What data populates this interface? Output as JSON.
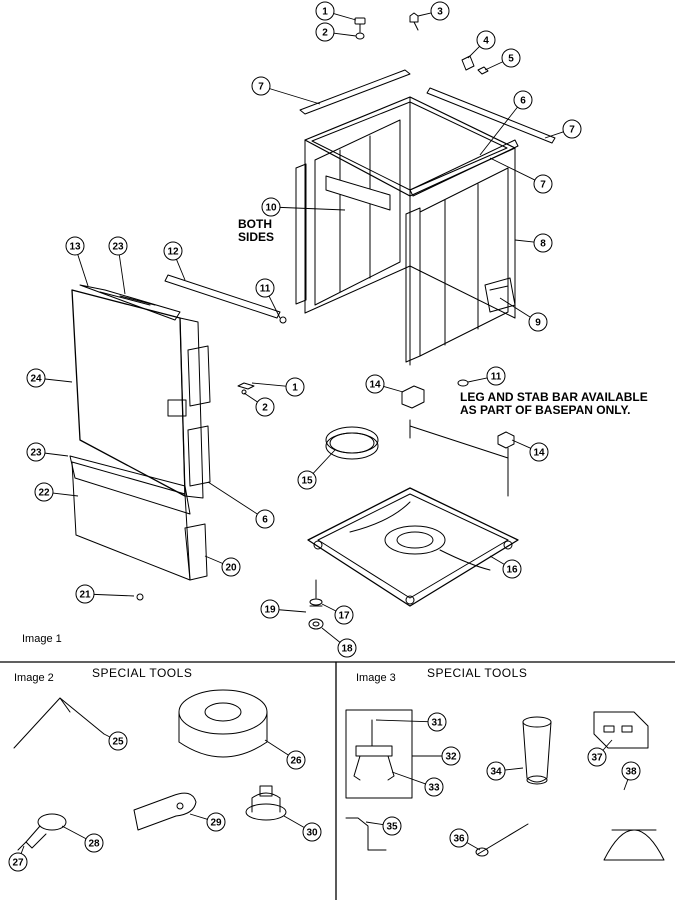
{
  "panels": {
    "image1_label": "Image 1",
    "image2_label": "Image 2",
    "image3_label": "Image 3",
    "special_tools_left": "SPECIAL  TOOLS",
    "special_tools_right": "SPECIAL  TOOLS"
  },
  "notes": {
    "both_sides_line1": "BOTH",
    "both_sides_line2": "SIDES",
    "leg_note_line1": "LEG AND STAB BAR AVAILABLE",
    "leg_note_line2": "AS PART OF BASEPAN ONLY."
  },
  "callouts": [
    {
      "id": "c1a",
      "label": "1"
    },
    {
      "id": "c2a",
      "label": "2"
    },
    {
      "id": "c3",
      "label": "3"
    },
    {
      "id": "c4",
      "label": "4"
    },
    {
      "id": "c5",
      "label": "5"
    },
    {
      "id": "c7a",
      "label": "7"
    },
    {
      "id": "c6a",
      "label": "6"
    },
    {
      "id": "c7b",
      "label": "7"
    },
    {
      "id": "c7c",
      "label": "7"
    },
    {
      "id": "c10",
      "label": "10"
    },
    {
      "id": "c8",
      "label": "8"
    },
    {
      "id": "c13",
      "label": "13"
    },
    {
      "id": "c23a",
      "label": "23"
    },
    {
      "id": "c12",
      "label": "12"
    },
    {
      "id": "c11a",
      "label": "11"
    },
    {
      "id": "c9",
      "label": "9"
    },
    {
      "id": "c24",
      "label": "24"
    },
    {
      "id": "c1b",
      "label": "1"
    },
    {
      "id": "c2b",
      "label": "2"
    },
    {
      "id": "c14a",
      "label": "14"
    },
    {
      "id": "c11b",
      "label": "11"
    },
    {
      "id": "c23b",
      "label": "23"
    },
    {
      "id": "c14b",
      "label": "14"
    },
    {
      "id": "c15",
      "label": "15"
    },
    {
      "id": "c22",
      "label": "22"
    },
    {
      "id": "c6b",
      "label": "6"
    },
    {
      "id": "c16",
      "label": "16"
    },
    {
      "id": "c20",
      "label": "20"
    },
    {
      "id": "c21",
      "label": "21"
    },
    {
      "id": "c19",
      "label": "19"
    },
    {
      "id": "c17",
      "label": "17"
    },
    {
      "id": "c18",
      "label": "18"
    },
    {
      "id": "c25",
      "label": "25"
    },
    {
      "id": "c26",
      "label": "26"
    },
    {
      "id": "c28",
      "label": "28"
    },
    {
      "id": "c29",
      "label": "29"
    },
    {
      "id": "c30",
      "label": "30"
    },
    {
      "id": "c27",
      "label": "27"
    },
    {
      "id": "c31",
      "label": "31"
    },
    {
      "id": "c32",
      "label": "32"
    },
    {
      "id": "c33",
      "label": "33"
    },
    {
      "id": "c34",
      "label": "34"
    },
    {
      "id": "c37",
      "label": "37"
    },
    {
      "id": "c38",
      "label": "38"
    },
    {
      "id": "c35",
      "label": "35"
    },
    {
      "id": "c36",
      "label": "36"
    }
  ]
}
